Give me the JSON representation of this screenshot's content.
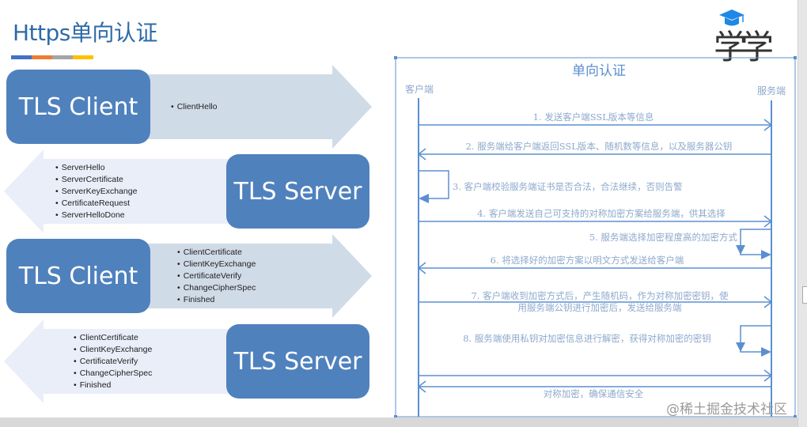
{
  "slide": {
    "title": "Https单向认证",
    "underline_colors": [
      "#4472c4",
      "#ed7d31",
      "#a5a5a5",
      "#ffc000"
    ],
    "logo": {
      "text": "学学",
      "icon": "graduation-cap-icon",
      "cap_color": "#1e88e5"
    }
  },
  "flow": {
    "colors": {
      "box": "#4f81bd",
      "arrow_right": "#d0dbe8",
      "arrow_left": "#e9eef8"
    },
    "steps": [
      {
        "actor": "TLS Client",
        "direction": "right",
        "messages": [
          "ClientHello"
        ]
      },
      {
        "actor": "TLS Server",
        "direction": "left",
        "messages": [
          "ServerHello",
          "ServerCertificate",
          "ServerKeyExchange",
          "CertificateRequest",
          "ServerHelloDone"
        ]
      },
      {
        "actor": "TLS Client",
        "direction": "right",
        "messages": [
          "ClientCertificate",
          "ClientKeyExchange",
          "CertificateVerify",
          "ChangeCipherSpec",
          "Finished"
        ]
      },
      {
        "actor": "TLS Server",
        "direction": "left",
        "messages": [
          "ClientCertificate",
          "ClientKeyExchange",
          "CertificateVerify",
          "ChangeCipherSpec",
          "Finished"
        ]
      }
    ]
  },
  "sequence": {
    "title": "单向认证",
    "client_label": "客户端",
    "server_label": "服务端",
    "line_color": "#5b8fd0",
    "text_color": "#8ea9cc",
    "messages": [
      {
        "text": "1. 发送客户端SSL版本等信息",
        "type": "to-server"
      },
      {
        "text": "2. 服务端给客户端返回SSL版本、随机数等信息，以及服务器公钥",
        "type": "to-client"
      },
      {
        "text": "3. 客户端校验服务端证书是否合法，合法继续，否则告警",
        "type": "self-client"
      },
      {
        "text": "4. 客户端发送自己可支持的对称加密方案给服务端，供其选择",
        "type": "to-server"
      },
      {
        "text": "5. 服务端选择加密程度高的加密方式",
        "type": "self-server"
      },
      {
        "text": "6. 将选择好的加密方案以明文方式发送给客户端",
        "type": "to-client"
      },
      {
        "text": "7. 客户端收到加密方式后，产生随机码，作为对称加密密钥，使",
        "text2": "用服务端公钥进行加密后，发送给服务端",
        "type": "to-server"
      },
      {
        "text": "8. 服务端使用私钥对加密信息进行解密，获得对称加密的密钥",
        "type": "self-server"
      },
      {
        "text": "",
        "type": "to-server"
      },
      {
        "text": "对称加密，确保通信安全",
        "type": "to-client"
      }
    ]
  },
  "watermark": "@稀土掘金技术社区"
}
